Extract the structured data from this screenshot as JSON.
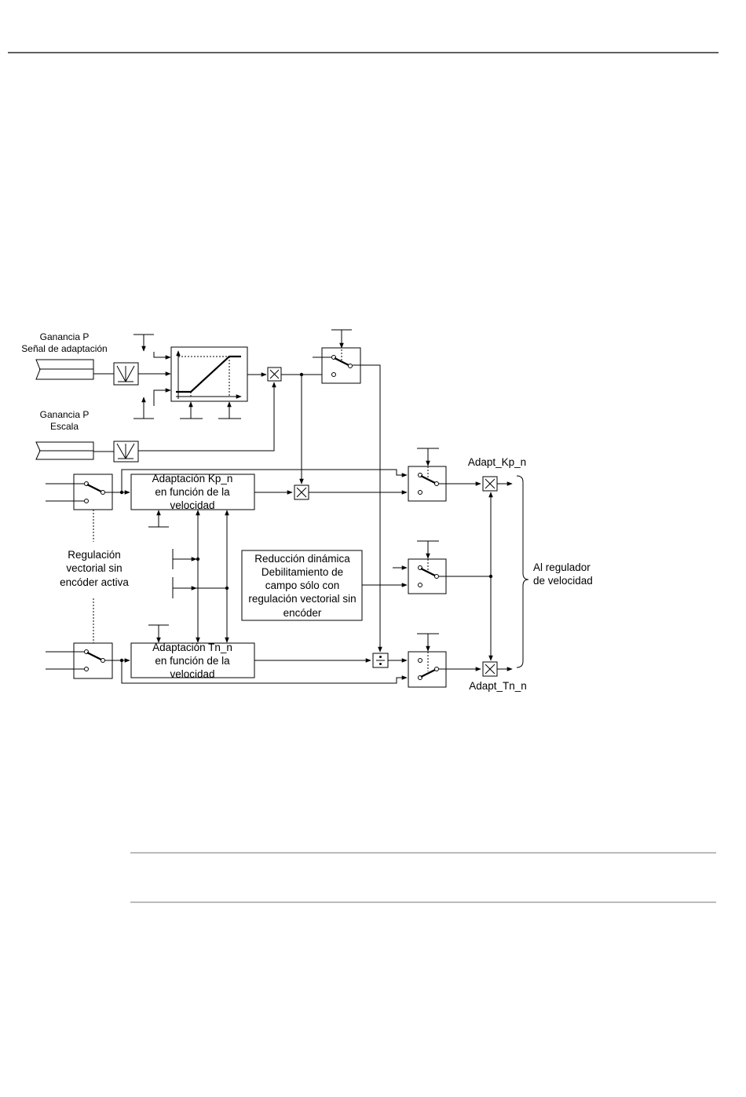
{
  "labels": {
    "gain_adapt_1": "Ganancia P",
    "gain_adapt_2": "Señal de adaptación",
    "gain_scale_1": "Ganancia P",
    "gain_scale_2": "Escala",
    "kp_block_1": "Adaptación Kp_n",
    "kp_block_2": "en función de la",
    "kp_block_3": "velocidad",
    "tn_block_1": "Adaptación Tn_n",
    "tn_block_2": "en función de la",
    "tn_block_3": "velocidad",
    "sensorless_1": "Regulación",
    "sensorless_2": "vectorial sin",
    "sensorless_3": "encóder activa",
    "dyn_1": "Reducción dinámica",
    "dyn_2": "Debilitamiento de",
    "dyn_3": "campo sólo con",
    "dyn_4": "regulación vectorial sin",
    "dyn_5": "encóder",
    "out_kp": "Adapt_Kp_n",
    "out_tn": "Adapt_Tn_n",
    "to_reg_1": "Al regulador",
    "to_reg_2": "de velocidad"
  }
}
